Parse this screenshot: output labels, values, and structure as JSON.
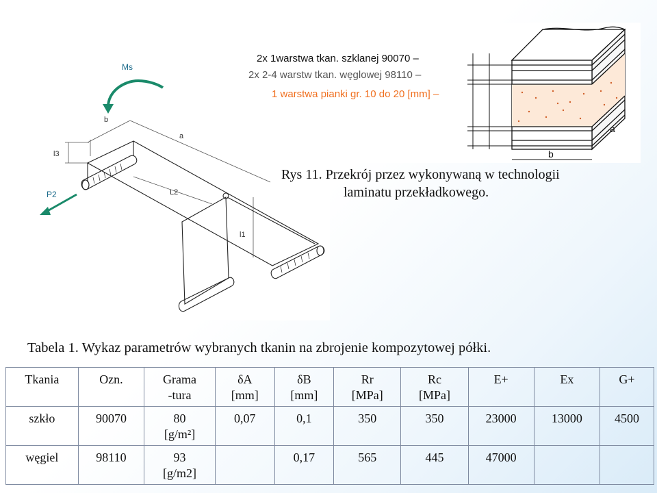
{
  "figure_left": {
    "labels": {
      "ms": "Ms",
      "b": "b",
      "a": "a",
      "l3": "l3",
      "l2": "L2",
      "l1": "l1",
      "p2": "P2"
    },
    "colors": {
      "arrow": "#1a8a6a",
      "line": "#222222"
    }
  },
  "figure_right": {
    "labels": {
      "glass": "2x 1warstwa tkan. szklanej 90070 –",
      "carbon": "2x 2-4 warstw tkan. węglowej 98110 –",
      "foam": "1 warstwa pianki gr. 10 do 20 [mm] –",
      "a": "a",
      "b": "b"
    },
    "colors": {
      "glass": "#111111",
      "carbon": "#555555",
      "foam": "#f07020",
      "foam_fill": "#fde9d8"
    }
  },
  "caption": {
    "line1": "Rys 11. Przekrój przez wykonywaną w technologii",
    "line2": "laminatu przekładkowego."
  },
  "table": {
    "title": "Tabela 1. Wykaz parametrów wybranych tkanin na zbrojenie kompozytowej półki.",
    "headers": [
      [
        "Tkania",
        ""
      ],
      [
        "Ozn.",
        ""
      ],
      [
        "Grama",
        "-tura"
      ],
      [
        "δA",
        "[mm]"
      ],
      [
        "δB",
        "[mm]"
      ],
      [
        "Rr",
        "[MPa]"
      ],
      [
        "Rc",
        "[MPa]"
      ],
      [
        "E+",
        ""
      ],
      [
        "Ex",
        ""
      ],
      [
        "G+",
        ""
      ]
    ],
    "rows": [
      [
        [
          "szkło",
          ""
        ],
        [
          "90070",
          ""
        ],
        [
          "80",
          "[g/m²]"
        ],
        [
          "0,07",
          ""
        ],
        [
          "0,1",
          ""
        ],
        [
          "350",
          ""
        ],
        [
          "350",
          ""
        ],
        [
          "23000",
          ""
        ],
        [
          "13000",
          ""
        ],
        [
          "4500",
          ""
        ]
      ],
      [
        [
          "węgiel",
          ""
        ],
        [
          "98110",
          ""
        ],
        [
          "93",
          "[g/m2]"
        ],
        [
          "",
          ""
        ],
        [
          "0,17",
          ""
        ],
        [
          "565",
          ""
        ],
        [
          "445",
          ""
        ],
        [
          "47000",
          ""
        ],
        [
          "",
          ""
        ],
        [
          "",
          ""
        ]
      ]
    ]
  }
}
